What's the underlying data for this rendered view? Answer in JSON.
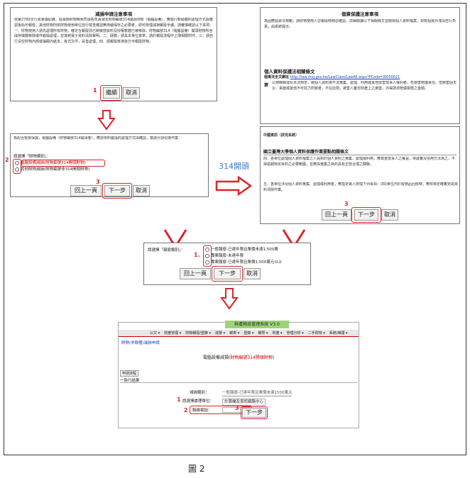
{
  "box1": {
    "title": "減損申請注意事項",
    "body": "依第2789次行政會議紀錄，經減損財物時我司請各負責減定財物編號314開頭財物（電腦設備），應進行軟硬體的處理方式與確認後始可報廢，其他財物則依財物使用單位自行檢查確認無持續保存之必要者，即可辦理減損報廢手續。請審慎確認以下事項：一、財物使用人請先處理所有財物，確定在報廢前已將敏感資料及授權軟體已被移除，財物編號314（電腦設備）開頭財物所含儲存媒體移除或作銷毀處理，並填寫電子資料清除聲明。二、硬體，請具本單位簽章，請於報廢流程中上傳相關附件。三、請自行清空財物內部或抽屜內紙本，各式文件，妥善處理。四、經報廢核准後方可報廢財物。",
    "btn_continue": "繼續",
    "btn_cancel": "取消",
    "num": "1"
  },
  "box2": {
    "title": "個資保護注意事項",
    "lead": "為因應個資法規範，請財物使用人在報廢時務必確認，詳細閱讀以下相關條文並刪除個人資料檔案，如有個資外洩須自行負責，由系統提示。",
    "law_title": "個人資料保護法相關條文",
    "law_link_label": "個資法全文網址",
    "law_link": "http://law.moj.gov.tw/LawClass/LawAll.aspx?PCode=I0050021",
    "art_label": "第",
    "art_body": "公務機關違反本法規定，致個人資料遭不法蒐集、處理、利用或其他侵害當事人權利者，負損害賠償責任。但損害因天災、事變或其他不可抗力所致者，不在此限。被害人雖非財產上之損害，亦得請求賠償相當之金額。"
  },
  "label314": "314開頭",
  "box3": {
    "lead": "為配合營資保護，電腦設備（財物編號314開頭者），應該依照嚴謹的處理方式與確認，敬請分請勾選作業：",
    "q": "請選擇「財物類別」：",
    "opt1": "電腦設備減損(財物編號314開頭財物)",
    "opt2": "其他財物減損(財物編號非314開頭財物)",
    "num1": "2",
    "num2": "3",
    "btn_prev": "回上一頁",
    "btn_next": "下一步",
    "btn_cancel": "取消"
  },
  "box4": {
    "header": "中國資訊（詳見系統）",
    "title": "國立臺灣大學個人資料保護作業要點相關條文",
    "p4": "四、各單位處理個人資料檔案之人員對於個人資料之蒐集、處理或利用，應尊重當事人之權益，依誠實及信用方法為之，不得逾越特定目的之必要範圍，並應與蒐集之目的具有正當合理之關聯。",
    "p5": "五、各單位涉及個人資料蒐集、處理或利用者，應指定專人辦理下列事項：(四)單位內於廢物品回收時，應依規定確實完成資料清除作業。",
    "num": "3",
    "btn_prev": "回上一頁",
    "btn_next": "下一步",
    "btn_cancel": "取消"
  },
  "box5": {
    "q": "請選擇「報廢類別」：",
    "opt1": "一般報廢-已達年限且單價未達1,500萬",
    "opt2": "專案報廢-未達年限",
    "opt3": "專案報廢-已達年限且單價1,500萬元以上",
    "num": "1.",
    "btn_prev": "回上一頁",
    "btn_next": "下一步",
    "btn_cancel": "取消"
  },
  "box6": {
    "sys_title": "財產物品管理系統 V3.0",
    "menu": [
      "公文",
      "財產管理",
      "財物報廢/登錄",
      "減損",
      "報表",
      "登錄",
      "權限",
      "財產",
      "管理分析",
      "二手財物",
      "系統/維護"
    ],
    "breadcrumb": "財物(非軟體)減損申請",
    "heading_prefix": "電腦設備減損(",
    "heading_red": "財物編號314開頭財物",
    "heading_suffix": ")",
    "tab": "申請流程",
    "section": "一執行結果",
    "row1_label": "減損類別：",
    "row1_value": "一般報廢-已達年限且單價未達1500萬元",
    "row2_label": "請選擇處理單位：",
    "row2_value": "計算機及資訊網路中心",
    "row3_label": "聯絡電話：",
    "num1": "1",
    "num2": "2",
    "num3": "3",
    "btn_next": "下一步"
  },
  "caption": "圖 2"
}
